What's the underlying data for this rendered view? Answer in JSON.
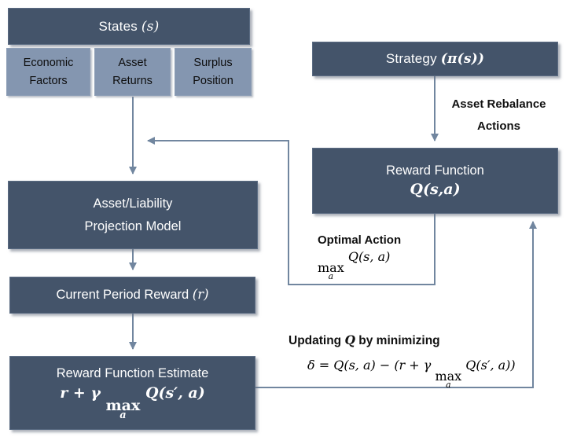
{
  "colors": {
    "dark_box": "#44546A",
    "light_box": "#8496B0",
    "connector": "#71869F",
    "box_text": "#FFFFFF",
    "label_text": "#111111",
    "canvas_bg": "#FFFFFF"
  },
  "boxes": {
    "states": {
      "label": "States ",
      "math": "(s)"
    },
    "economic_factors": {
      "line1": "Economic",
      "line2": "Factors"
    },
    "asset_returns": {
      "line1": "Asset",
      "line2": "Returns"
    },
    "surplus_position": {
      "line1": "Surplus",
      "line2": "Position"
    },
    "strategy": {
      "label": "Strategy ",
      "math": "(π(s))"
    },
    "reward_function": {
      "title": "Reward Function",
      "math": "Q(s,a)"
    },
    "al_projection": {
      "line1": "Asset/Liability",
      "line2": "Projection Model"
    },
    "current_reward": {
      "label": "Current Period Reward ",
      "math": "(r)"
    },
    "reward_estimate": {
      "title": "Reward Function Estimate",
      "math_pre": "r + γ ",
      "max_label": "max",
      "max_sub": "a",
      "math_post": " Q(s′, a)"
    }
  },
  "labels": {
    "asset_rebalance": {
      "line1": "Asset Rebalance",
      "line2": "Actions"
    },
    "optimal_action": {
      "title": "Optimal Action",
      "max_label": "max",
      "max_sub": "a",
      "math": " Q(s, a)"
    },
    "updating_q": {
      "pre": "Updating ",
      "q": "Q",
      "post": " by minimizing"
    },
    "delta_equation": {
      "pre": "δ = Q(s, a) − (r + γ ",
      "max_label": "max",
      "max_sub": "a",
      "post": " Q(s′, a))"
    }
  }
}
